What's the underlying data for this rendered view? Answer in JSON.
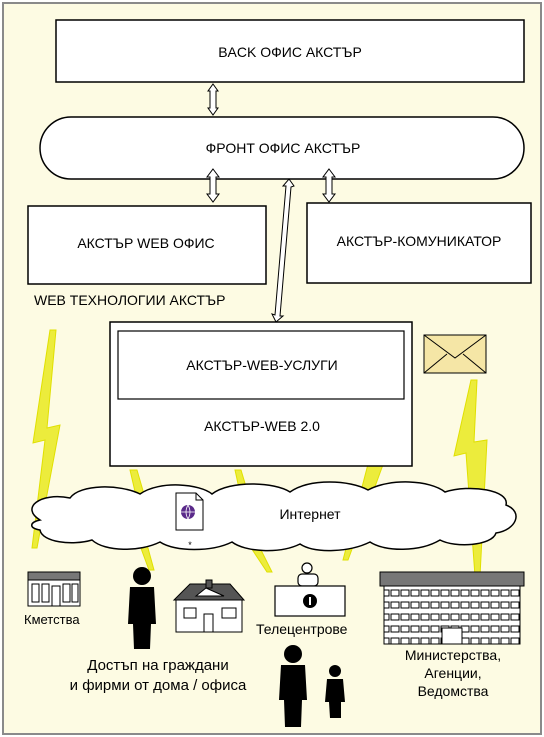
{
  "colors": {
    "background": "#fdfbe3",
    "frame": "#8a8a8a",
    "lightning": "#ecec3c",
    "envelope": "#f5e6a6"
  },
  "boxes": {
    "back_office": "BACK  ОФИС  АКСТЪР",
    "front_office": "ФРОНТ ОФИС  АКСТЪР",
    "web_office": "АКСТЪР WEB ОФИС",
    "communicator": "АКСТЪР-КОМУНИКАТОР",
    "web_services": "АКСТЪР-WEB-УСЛУГИ",
    "web20": "АКСТЪР-WEB 2.0"
  },
  "labels": {
    "web_tech": "WEB ТЕХНОЛОГИИ АКСТЪР",
    "internet": "Интернет",
    "mayoralties": "Кметства",
    "telecenters": "Телецентрове",
    "citizens_line1": "Достъп на граждани",
    "citizens_line2": "и фирми от дома / офиса",
    "ministries_line1": "Министерства,",
    "ministries_line2": "Агенции,",
    "ministries_line3": "Ведомства"
  },
  "icons": [
    "document-globe-icon",
    "envelope-icon",
    "town-hall-icon",
    "house-icon",
    "telecenter-icon",
    "ministry-building-icon",
    "person-icon"
  ]
}
